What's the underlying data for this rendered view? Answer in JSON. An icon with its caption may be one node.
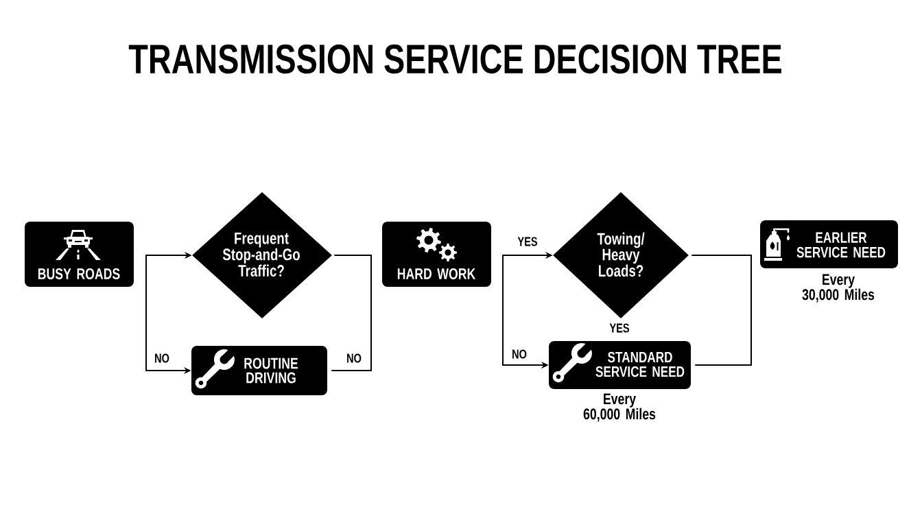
{
  "diagram": {
    "title": "TRANSMISSION SERVICE DECISION TREE",
    "nodes": [
      {
        "text": [
          "BUSY ROADS"
        ]
      },
      {
        "text": [
          "Frequent Stop-and-Go Traffic?"
        ]
      },
      {
        "text": [
          "ROUTINE DRIVING"
        ]
      },
      {
        "text": [
          "HARD WORK"
        ]
      },
      {
        "text": [
          "Towing/ Heavy Loads?"
        ]
      },
      {
        "text": [
          "STANDARD SERVICE NEED"
        ],
        "beside": [
          "Every 60,000 Miles"
        ]
      },
      {
        "text": [
          "EARLIER SERVICE NEED"
        ],
        "beside": [
          "Every 30,000 Miles"
        ]
      }
    ],
    "edges": [
      {
        "from": null,
        "to": 1,
        "arrow": "to"
      },
      {
        "from": null,
        "to": 2,
        "arrow": "to",
        "label": "NO"
      },
      {
        "from": 1,
        "to": 2,
        "arrow": "none",
        "label": "NO"
      },
      {
        "from": null,
        "to": 4,
        "arrow": "to",
        "label": "YES"
      },
      {
        "from": null,
        "to": 5,
        "arrow": "to",
        "label": "NO"
      },
      {
        "from": 4,
        "to": 5,
        "arrow": "none"
      }
    ],
    "labels": [
      "YES"
    ]
  }
}
